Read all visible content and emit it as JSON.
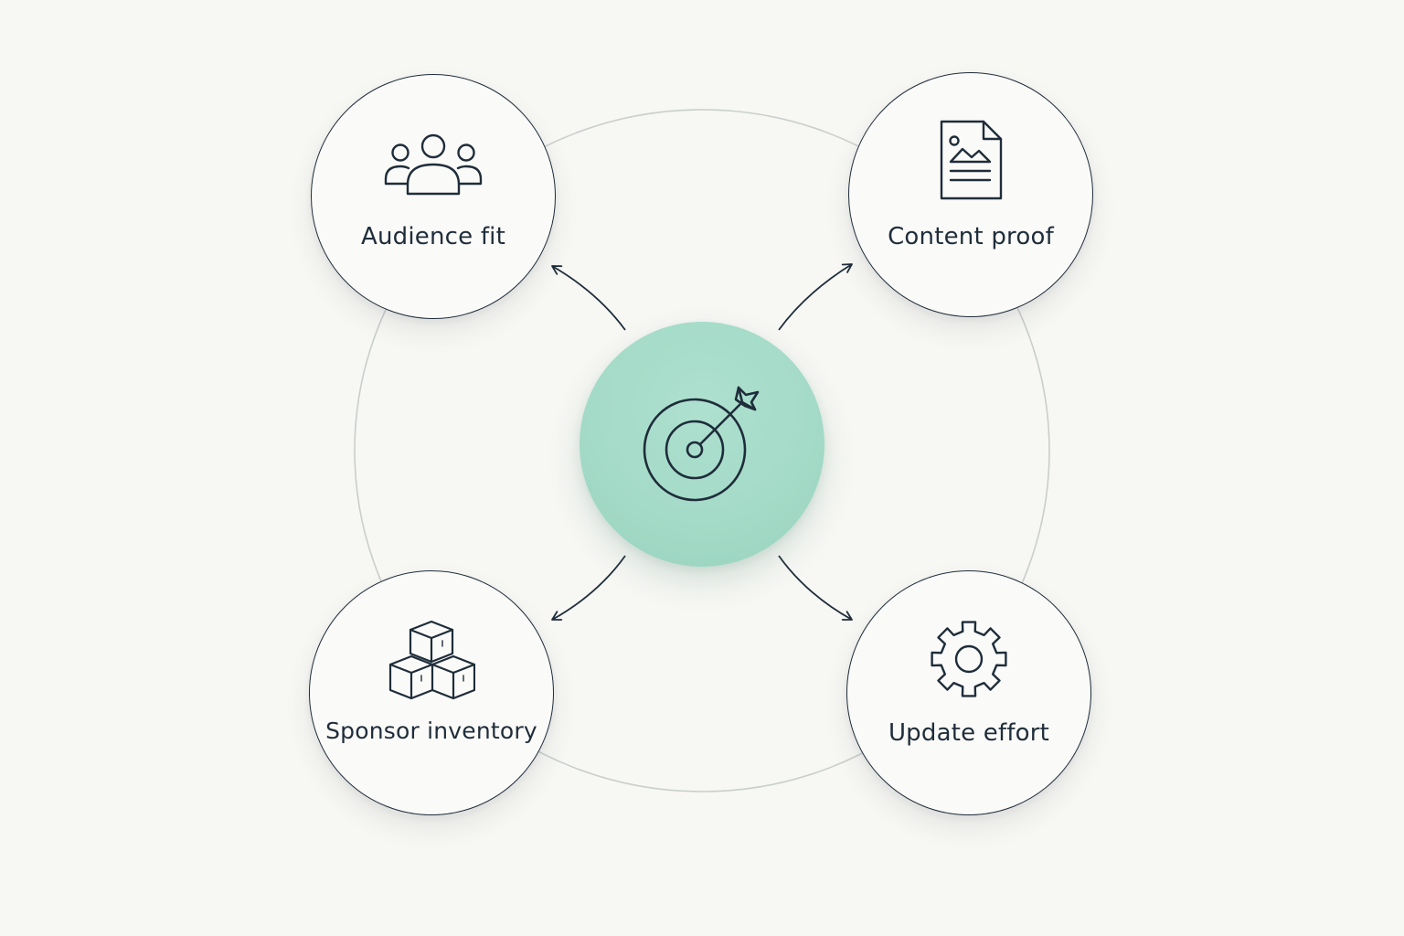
{
  "nodes": {
    "audience": {
      "label": "Audience fit",
      "icon": "users-icon"
    },
    "content": {
      "label": "Content proof",
      "icon": "document-image-icon"
    },
    "sponsor": {
      "label": "Sponsor inventory",
      "icon": "boxes-icon"
    },
    "update": {
      "label": "Update effort",
      "icon": "gear-icon"
    }
  },
  "hub": {
    "icon": "target-icon"
  },
  "colors": {
    "background": "#f7f7f4",
    "hub_fill": "#a3dac7",
    "stroke": "#1f2d3a",
    "ring": "#c9cfcc"
  }
}
